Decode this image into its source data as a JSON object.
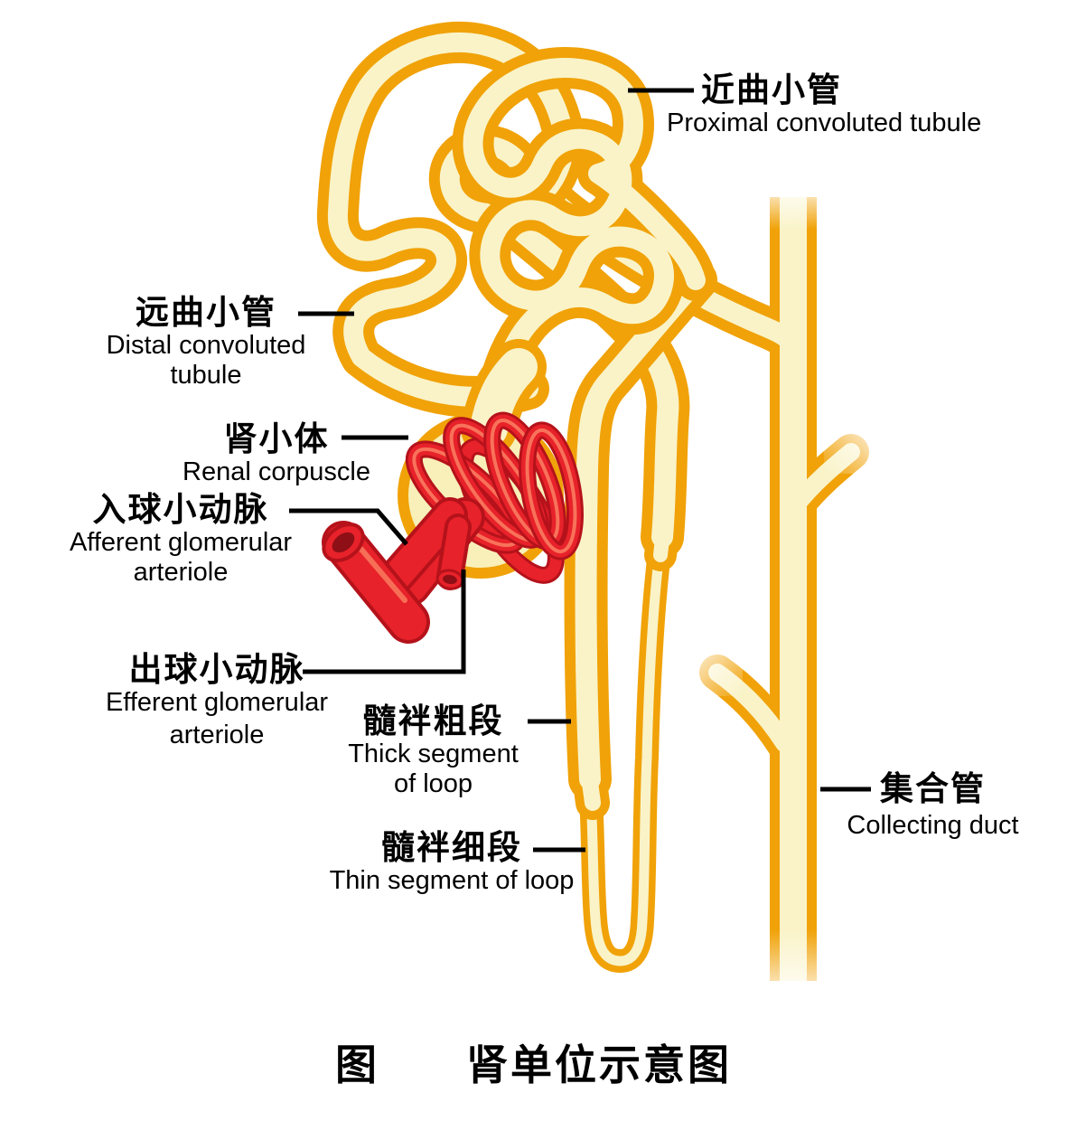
{
  "figure": {
    "caption": {
      "prefix": "图",
      "title": "肾单位示意图"
    },
    "labels": {
      "proximal": {
        "zh": "近曲小管",
        "en": "Proximal convoluted tubule"
      },
      "distal": {
        "zh": "远曲小管",
        "en_line1": "Distal convoluted",
        "en_line2": "tubule"
      },
      "corpuscle": {
        "zh": "肾小体",
        "en": "Renal corpuscle"
      },
      "afferent": {
        "zh": "入球小动脉",
        "en_line1": "Afferent glomerular",
        "en_line2": "arteriole"
      },
      "efferent": {
        "zh": "出球小动脉",
        "en_line1": "Efferent glomerular",
        "en_line2": "arteriole"
      },
      "thick_segment": {
        "zh": "髓袢粗段",
        "en_line1": "Thick segment",
        "en_line2": "of loop"
      },
      "thin_segment": {
        "zh": "髓袢细段",
        "en": "Thin segment of loop"
      },
      "collecting_duct": {
        "zh": "集合管",
        "en": "Collecting duct"
      }
    },
    "colors": {
      "tube-orange": "#F0A208",
      "tube-fill": "#FAF3C8",
      "capsule-fill": "#F8F0B8",
      "vessel-red": "#E8222A",
      "vessel-outline": "#B5121B",
      "vessel-dark": "#8F0F16",
      "vessel-highlight": "#F97B5F",
      "label-black": "#000000",
      "background": "#FFFFFF"
    }
  }
}
